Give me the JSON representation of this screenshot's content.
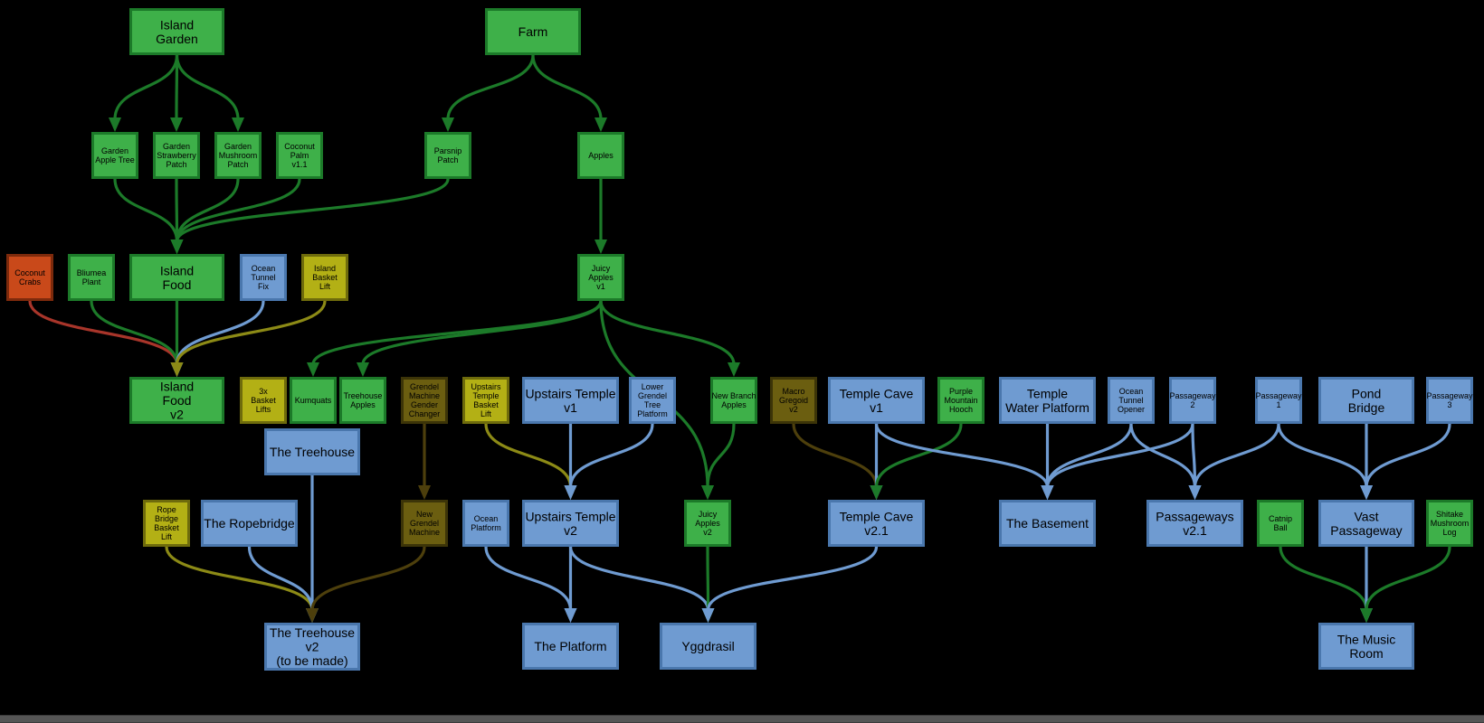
{
  "colors": {
    "green": {
      "fill": "#3eb049",
      "stroke": "#1c7a29",
      "edge": "#1c7a29"
    },
    "blue": {
      "fill": "#6f9bd1",
      "stroke": "#4a77ad",
      "edge": "#6f9bd1"
    },
    "yellow": {
      "fill": "#b3b015",
      "stroke": "#6e6b0c",
      "edge": "#8c8a16"
    },
    "olive": {
      "fill": "#6b5e10",
      "stroke": "#3c3408",
      "edge": "#4d3f0c"
    },
    "orange": {
      "fill": "#c9491a",
      "stroke": "#7d2a0c",
      "edge": "#a8352a"
    }
  },
  "nodes": [
    {
      "id": "island_garden",
      "lines": [
        "Island",
        "Garden"
      ],
      "color": "green"
    },
    {
      "id": "farm",
      "lines": [
        "Farm"
      ],
      "color": "green"
    },
    {
      "id": "garden_apple",
      "lines": [
        "Garden",
        "Apple Tree"
      ],
      "color": "green"
    },
    {
      "id": "garden_straw",
      "lines": [
        "Garden",
        "Strawberry",
        "Patch"
      ],
      "color": "green"
    },
    {
      "id": "garden_mush",
      "lines": [
        "Garden",
        "Mushroom",
        "Patch"
      ],
      "color": "green"
    },
    {
      "id": "coconut_palm",
      "lines": [
        "Coconut",
        "Palm",
        "v1.1"
      ],
      "color": "green"
    },
    {
      "id": "parsnip",
      "lines": [
        "Parsnip",
        "Patch"
      ],
      "color": "green"
    },
    {
      "id": "apples",
      "lines": [
        "Apples"
      ],
      "color": "green"
    },
    {
      "id": "coconut_crabs",
      "lines": [
        "Coconut",
        "Crabs"
      ],
      "color": "orange"
    },
    {
      "id": "bliumea",
      "lines": [
        "Bliumea",
        "Plant"
      ],
      "color": "green"
    },
    {
      "id": "island_food",
      "lines": [
        "Island",
        "Food"
      ],
      "color": "green"
    },
    {
      "id": "ocean_tunnel_fix",
      "lines": [
        "Ocean",
        "Tunnel",
        "Fix"
      ],
      "color": "blue"
    },
    {
      "id": "island_basket",
      "lines": [
        "Island",
        "Basket",
        "Lift"
      ],
      "color": "yellow"
    },
    {
      "id": "juicy_v1",
      "lines": [
        "Juicy",
        "Apples",
        "v1"
      ],
      "color": "green"
    },
    {
      "id": "island_food_v2",
      "lines": [
        "Island",
        "Food",
        "v2"
      ],
      "color": "green"
    },
    {
      "id": "basket3x",
      "lines": [
        "3x",
        "Basket",
        "Lifts"
      ],
      "color": "yellow"
    },
    {
      "id": "kumquats",
      "lines": [
        "Kumquats"
      ],
      "color": "green"
    },
    {
      "id": "treehouse_apples",
      "lines": [
        "Treehouse",
        "Apples"
      ],
      "color": "green"
    },
    {
      "id": "grendel_gender",
      "lines": [
        "Grendel",
        "Machine",
        "Gender",
        "Changer"
      ],
      "color": "olive"
    },
    {
      "id": "upstairs_basket",
      "lines": [
        "Upstairs",
        "Temple",
        "Basket",
        "Lift"
      ],
      "color": "yellow"
    },
    {
      "id": "upstairs_v1",
      "lines": [
        "Upstairs Temple",
        "v1"
      ],
      "color": "blue"
    },
    {
      "id": "lower_grendel",
      "lines": [
        "Lower",
        "Grendel",
        "Tree",
        "Platform"
      ],
      "color": "blue"
    },
    {
      "id": "new_branch",
      "lines": [
        "New Branch",
        "Apples"
      ],
      "color": "green"
    },
    {
      "id": "macro_gregoid",
      "lines": [
        "Macro",
        "Gregoid",
        "v2"
      ],
      "color": "olive"
    },
    {
      "id": "temple_cave_v1",
      "lines": [
        "Temple Cave",
        "v1"
      ],
      "color": "blue"
    },
    {
      "id": "purple_hooch",
      "lines": [
        "Purple",
        "Mountain",
        "Hooch"
      ],
      "color": "green"
    },
    {
      "id": "temple_water",
      "lines": [
        "Temple",
        "Water Platform"
      ],
      "color": "blue"
    },
    {
      "id": "ocean_tunnel_opener",
      "lines": [
        "Ocean",
        "Tunnel",
        "Opener"
      ],
      "color": "blue"
    },
    {
      "id": "passageway2",
      "lines": [
        "Passageway",
        "2"
      ],
      "color": "blue"
    },
    {
      "id": "passageway1",
      "lines": [
        "Passageway",
        "1"
      ],
      "color": "blue"
    },
    {
      "id": "pond_bridge",
      "lines": [
        "Pond",
        "Bridge"
      ],
      "color": "blue"
    },
    {
      "id": "passageway3",
      "lines": [
        "Passageway",
        "3"
      ],
      "color": "blue"
    },
    {
      "id": "treehouse",
      "lines": [
        "The Treehouse"
      ],
      "color": "blue"
    },
    {
      "id": "rope_bridge_lift",
      "lines": [
        "Rope",
        "Bridge",
        "Basket",
        "Lift"
      ],
      "color": "yellow"
    },
    {
      "id": "ropebridge",
      "lines": [
        "The Ropebridge"
      ],
      "color": "blue"
    },
    {
      "id": "new_grendel",
      "lines": [
        "New",
        "Grendel",
        "Machine"
      ],
      "color": "olive"
    },
    {
      "id": "ocean_platform",
      "lines": [
        "Ocean",
        "Platform"
      ],
      "color": "blue"
    },
    {
      "id": "upstairs_v2",
      "lines": [
        "Upstairs Temple",
        "v2"
      ],
      "color": "blue"
    },
    {
      "id": "juicy_v2",
      "lines": [
        "Juicy",
        "Apples",
        "v2"
      ],
      "color": "green"
    },
    {
      "id": "temple_cave_v21",
      "lines": [
        "Temple Cave",
        "v2.1"
      ],
      "color": "blue"
    },
    {
      "id": "basement",
      "lines": [
        "The Basement"
      ],
      "color": "blue"
    },
    {
      "id": "passageways_v21",
      "lines": [
        "Passageways",
        "v2.1"
      ],
      "color": "blue"
    },
    {
      "id": "catnip",
      "lines": [
        "Catnip",
        "Ball"
      ],
      "color": "green"
    },
    {
      "id": "vast_passageway",
      "lines": [
        "Vast",
        "Passageway"
      ],
      "color": "blue"
    },
    {
      "id": "shitake",
      "lines": [
        "Shitake",
        "Mushroom",
        "Log"
      ],
      "color": "green"
    },
    {
      "id": "treehouse_v2",
      "lines": [
        "The Treehouse",
        "v2",
        "(to be made)"
      ],
      "color": "blue"
    },
    {
      "id": "platform",
      "lines": [
        "The Platform"
      ],
      "color": "blue"
    },
    {
      "id": "yggdrasil",
      "lines": [
        "Yggdrasil"
      ],
      "color": "blue"
    },
    {
      "id": "music_room",
      "lines": [
        "The Music",
        "Room"
      ],
      "color": "blue"
    }
  ],
  "edges": [
    [
      "island_garden",
      "garden_apple"
    ],
    [
      "island_garden",
      "garden_straw"
    ],
    [
      "island_garden",
      "garden_mush"
    ],
    [
      "farm",
      "parsnip"
    ],
    [
      "farm",
      "apples"
    ],
    [
      "garden_apple",
      "island_food"
    ],
    [
      "garden_straw",
      "island_food"
    ],
    [
      "garden_mush",
      "island_food"
    ],
    [
      "coconut_palm",
      "island_food"
    ],
    [
      "parsnip",
      "island_food"
    ],
    [
      "apples",
      "juicy_v1"
    ],
    [
      "coconut_crabs",
      "island_food_v2"
    ],
    [
      "bliumea",
      "island_food_v2"
    ],
    [
      "island_food",
      "island_food_v2"
    ],
    [
      "ocean_tunnel_fix",
      "island_food_v2"
    ],
    [
      "island_basket",
      "island_food_v2"
    ],
    [
      "juicy_v1",
      "kumquats"
    ],
    [
      "juicy_v1",
      "treehouse_apples"
    ],
    [
      "juicy_v1",
      "new_branch"
    ],
    [
      "juicy_v1",
      "juicy_v2"
    ],
    [
      "grendel_gender",
      "new_grendel"
    ],
    [
      "upstairs_basket",
      "upstairs_v2"
    ],
    [
      "upstairs_v1",
      "upstairs_v2"
    ],
    [
      "lower_grendel",
      "upstairs_v2"
    ],
    [
      "new_branch",
      "juicy_v2"
    ],
    [
      "macro_gregoid",
      "temple_cave_v21"
    ],
    [
      "temple_cave_v1",
      "temple_cave_v21"
    ],
    [
      "purple_hooch",
      "temple_cave_v21"
    ],
    [
      "temple_cave_v1",
      "basement"
    ],
    [
      "temple_water",
      "basement"
    ],
    [
      "ocean_tunnel_opener",
      "basement"
    ],
    [
      "passageway2",
      "basement"
    ],
    [
      "ocean_tunnel_opener",
      "passageways_v21"
    ],
    [
      "passageway2",
      "passageways_v21"
    ],
    [
      "passageway1",
      "passageways_v21"
    ],
    [
      "passageway1",
      "vast_passageway"
    ],
    [
      "pond_bridge",
      "vast_passageway"
    ],
    [
      "passageway3",
      "vast_passageway"
    ],
    [
      "treehouse",
      "treehouse_v2"
    ],
    [
      "rope_bridge_lift",
      "treehouse_v2"
    ],
    [
      "ropebridge",
      "treehouse_v2"
    ],
    [
      "new_grendel",
      "treehouse_v2"
    ],
    [
      "ocean_platform",
      "platform"
    ],
    [
      "upstairs_v2",
      "platform"
    ],
    [
      "upstairs_v2",
      "yggdrasil"
    ],
    [
      "juicy_v2",
      "yggdrasil"
    ],
    [
      "temple_cave_v21",
      "yggdrasil"
    ],
    [
      "catnip",
      "music_room"
    ],
    [
      "vast_passageway",
      "music_room"
    ],
    [
      "shitake",
      "music_room"
    ]
  ]
}
